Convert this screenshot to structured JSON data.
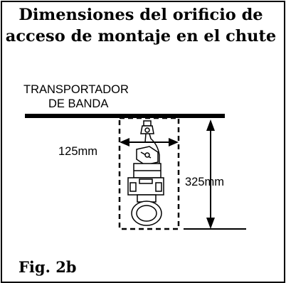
{
  "title": {
    "line1": "Dimensiones del orificio de",
    "line2": "acceso de montaje en el chute"
  },
  "labels": {
    "conveyor_line1": "TRANSPORTADOR",
    "conveyor_line2": "DE BANDA",
    "width_dim": "125mm",
    "height_dim": "325mm"
  },
  "figure_label": "Fig. 2b",
  "colors": {
    "ink": "#000000",
    "background": "#ffffff"
  }
}
